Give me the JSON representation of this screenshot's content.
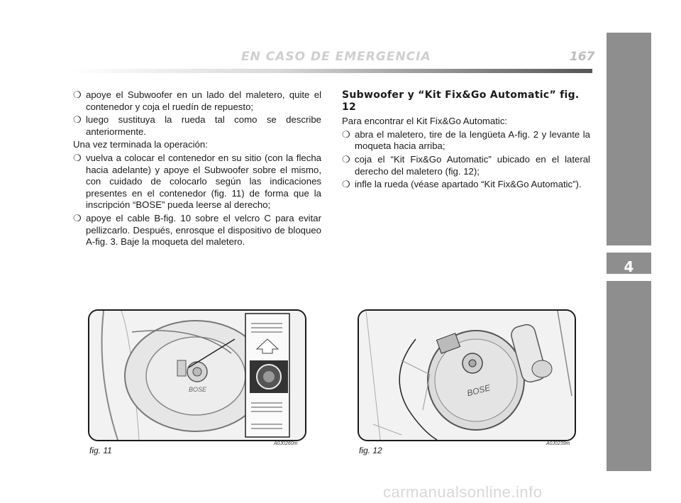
{
  "header": {
    "title": "EN CASO DE EMERGENCIA",
    "page_number": "167"
  },
  "side_tab": {
    "chapter": "4"
  },
  "left_column": {
    "items": [
      {
        "type": "bullet",
        "mark": "❍",
        "text": "apoye el Subwoofer en un lado del maletero, quite el contenedor y coja el ruedín de repuesto;"
      },
      {
        "type": "bullet",
        "mark": "❍",
        "text": "luego sustituya la rueda tal como se describe anteriormente."
      },
      {
        "type": "plain",
        "text": "Una vez terminada la operación:"
      },
      {
        "type": "bullet",
        "mark": "❍",
        "text": "vuelva a colocar el contenedor en su sitio (con la flecha hacia adelante) y apoye el Subwoofer sobre el mismo, con cuidado de colocarlo según las indicaciones presentes en el contenedor (fig. 11) de forma que la inscripción “BOSE” pueda leerse al derecho;"
      },
      {
        "type": "bullet",
        "mark": "❍",
        "text": "apoye el cable B-fig. 10 sobre el velcro C para evitar pellizcarlo. Después, enrosque el dispositivo de bloqueo A-fig. 3. Baje la moqueta del maletero."
      }
    ]
  },
  "right_column": {
    "heading": "Subwoofer y “Kit Fix&Go Automatic” fig. 12",
    "intro": "Para encontrar el Kit Fix&Go Automatic:",
    "items": [
      {
        "mark": "❍",
        "text": "abra el maletero, tire de la lengüeta A-fig. 2 y levante la moqueta hacia arriba;"
      },
      {
        "mark": "❍",
        "text": "coja el “Kit Fix&Go Automatic” ubicado en el lateral derecho del maletero (fig. 12);"
      },
      {
        "mark": "❍",
        "text": "infle la rueda (véase apartado “Kit Fix&Go Automatic”)."
      }
    ]
  },
  "figures": [
    {
      "label": "fig. 11",
      "code": "A0J0260m",
      "brand_text": "BOSE"
    },
    {
      "label": "fig. 12",
      "code": "A0J0239m",
      "brand_text": "BOSE"
    }
  ],
  "watermark": "carmanualsonline.info"
}
